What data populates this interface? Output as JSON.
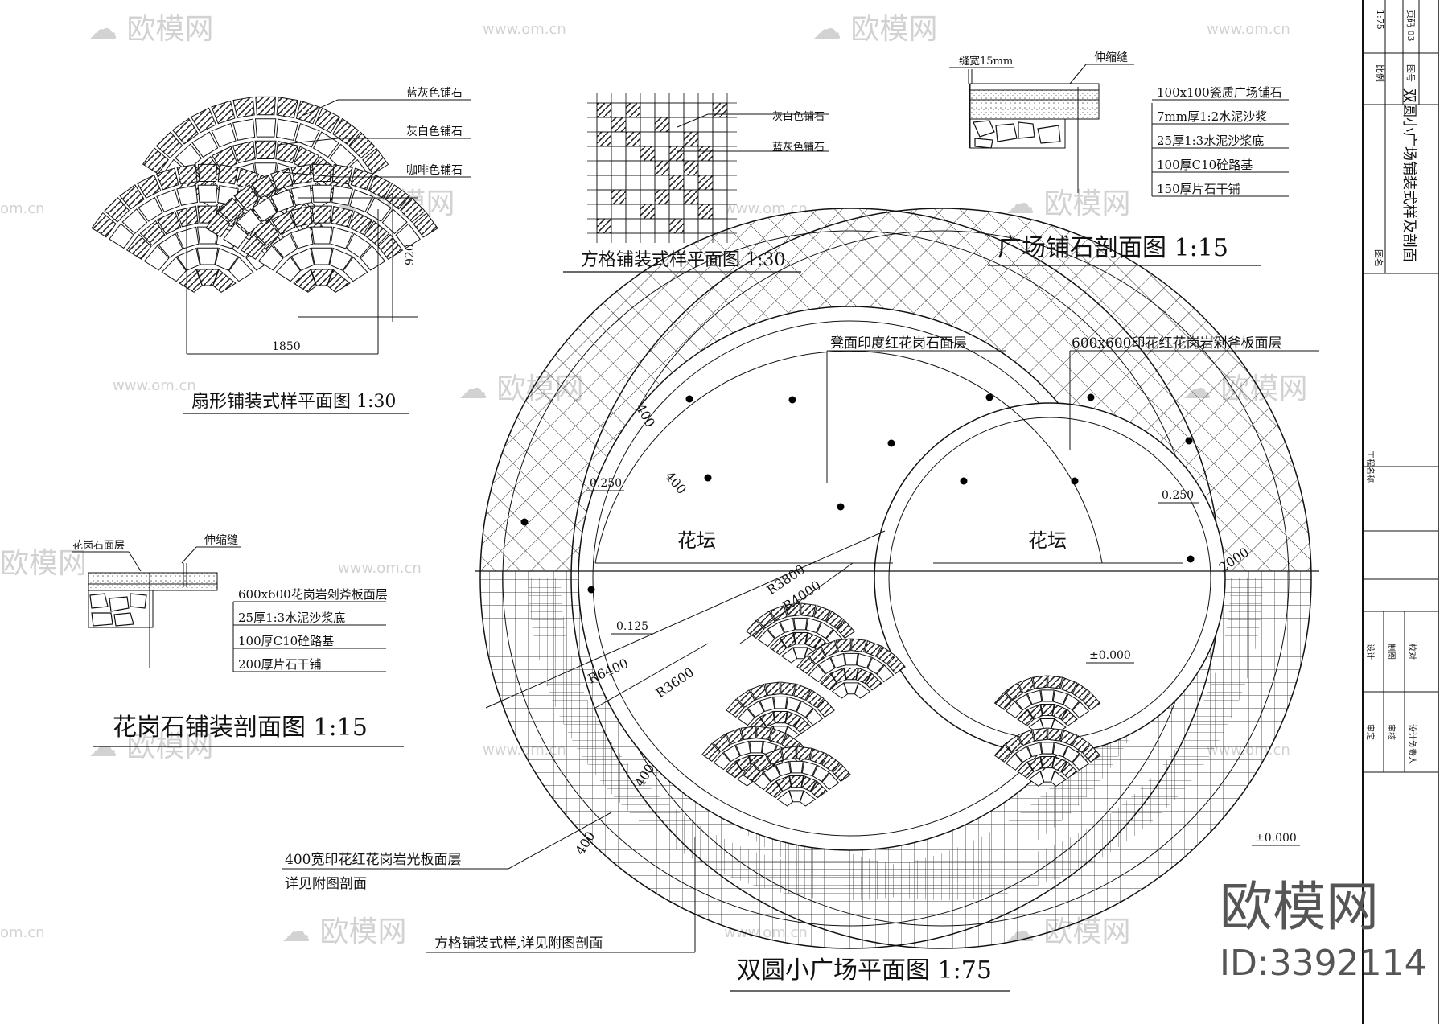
{
  "fan_plan": {
    "labels": [
      "蓝灰色铺石",
      "灰白色铺石",
      "咖啡色铺石"
    ],
    "dim_height": "920",
    "dim_width": "1850",
    "title": "扇形铺装式样平面图 1:30"
  },
  "grid_plan": {
    "labels": [
      "灰白色铺石",
      "蓝灰色铺石"
    ],
    "title": "方格铺装式样平面图 1:30"
  },
  "plaza_section": {
    "top_labels": [
      "缝宽15mm",
      "伸缩缝"
    ],
    "layers": [
      "100x100瓷质广场铺石",
      "7mm厚1:2水泥沙浆",
      "25厚1:3水泥沙浆底",
      "100厚C10砼路基",
      "150厚片石干铺"
    ],
    "title": "广场铺石剖面图 1:15"
  },
  "granite_section": {
    "top_labels": [
      "花岗石面层",
      "伸缩缝"
    ],
    "layers": [
      "600x600花岗岩剁斧板面层",
      "25厚1:3水泥沙浆底",
      "100厚C10砼路基",
      "200厚片石干铺"
    ],
    "title": "花岗石铺装剖面图 1:15"
  },
  "main_plan": {
    "top_labels": [
      "凳面印度红花岗石面层",
      "600x600印花红花岗岩剁斧板面层"
    ],
    "flower_bed_left": "花坛",
    "flower_bed_right": "花坛",
    "elev_left_ring": "0.250",
    "elev_right_ring": "0.250",
    "elev_inner_left": "0.125",
    "elev_inner_right": "±0.000",
    "elev_outside": "±0.000",
    "dims": [
      "400",
      "400",
      "R3800",
      "R4000",
      "R6400",
      "R3600",
      "400",
      "400",
      "2000"
    ],
    "bottom_labels": [
      "400宽印花红花岗岩光板面层",
      "详见附图剖面",
      "方格铺装式样,详见附图剖面"
    ],
    "title": "双圆小广场平面图 1:75"
  },
  "title_block": {
    "drawing_name": "双圆小广场铺装式样及剖面",
    "fields": [
      "比例",
      "1:75",
      "图号",
      "页码 03",
      "图名",
      "工程名称",
      "设计",
      "制图",
      "校对",
      "审定",
      "审核",
      "设计负责人"
    ]
  },
  "watermark": {
    "brand": "欧模网",
    "site": "www.om.cn",
    "id": "ID:3392114"
  }
}
